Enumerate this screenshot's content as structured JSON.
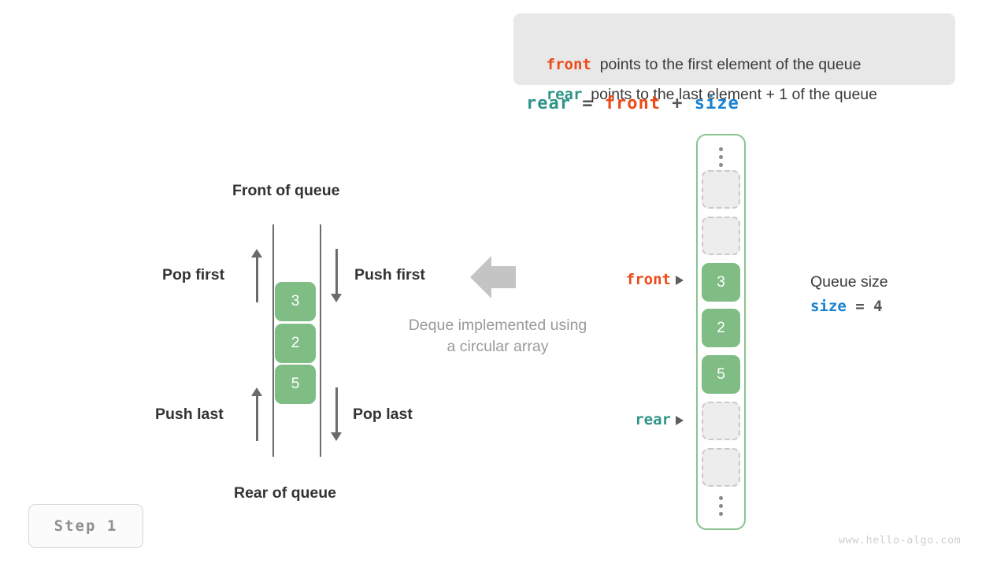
{
  "legend": {
    "lines": [
      {
        "keyword": "front",
        "text": "  points to the first element of the queue",
        "color": "#ec4a19"
      },
      {
        "keyword": "rear",
        "text": "  points to the last element + 1 of the queue",
        "color": "#2f9488"
      }
    ]
  },
  "formula": {
    "lhs": "rear",
    "eq": " = ",
    "rhs1": "front",
    "plus": " + ",
    "rhs2": "size"
  },
  "deque_diagram": {
    "top_label": "Front of queue",
    "bottom_label": "Rear of queue",
    "operations": {
      "pop_first": "Pop first",
      "push_first": "Push first",
      "push_last": "Push last",
      "pop_last": "Pop last"
    },
    "cells": [
      "3",
      "2",
      "5"
    ],
    "caption_line1": "Deque implemented using",
    "caption_line2": "a circular array"
  },
  "array": {
    "top_ellipsis": "vertical-dots",
    "bottom_ellipsis": "vertical-dots",
    "slots": [
      {
        "value": "",
        "state": "empty"
      },
      {
        "value": "",
        "state": "empty"
      },
      {
        "value": "3",
        "state": "filled"
      },
      {
        "value": "2",
        "state": "filled"
      },
      {
        "value": "5",
        "state": "filled"
      },
      {
        "value": "",
        "state": "empty"
      },
      {
        "value": "",
        "state": "empty"
      }
    ],
    "pointers": {
      "front": "front",
      "rear": "rear"
    }
  },
  "size_info": {
    "label": "Queue size",
    "variable": "size",
    "equals": " = ",
    "value": "4"
  },
  "step_badge": "Step  1",
  "watermark": "www.hello-algo.com",
  "colors": {
    "front": "#ec4a19",
    "rear": "#2f9488",
    "size": "#1781d2",
    "cell_green": "#7fbd84",
    "container_border": "#8bc48f",
    "empty_slot": "#ededed",
    "arrow_gray": "#c4c4c4",
    "text_dark": "#333333",
    "text_muted": "#9a9a9a"
  }
}
